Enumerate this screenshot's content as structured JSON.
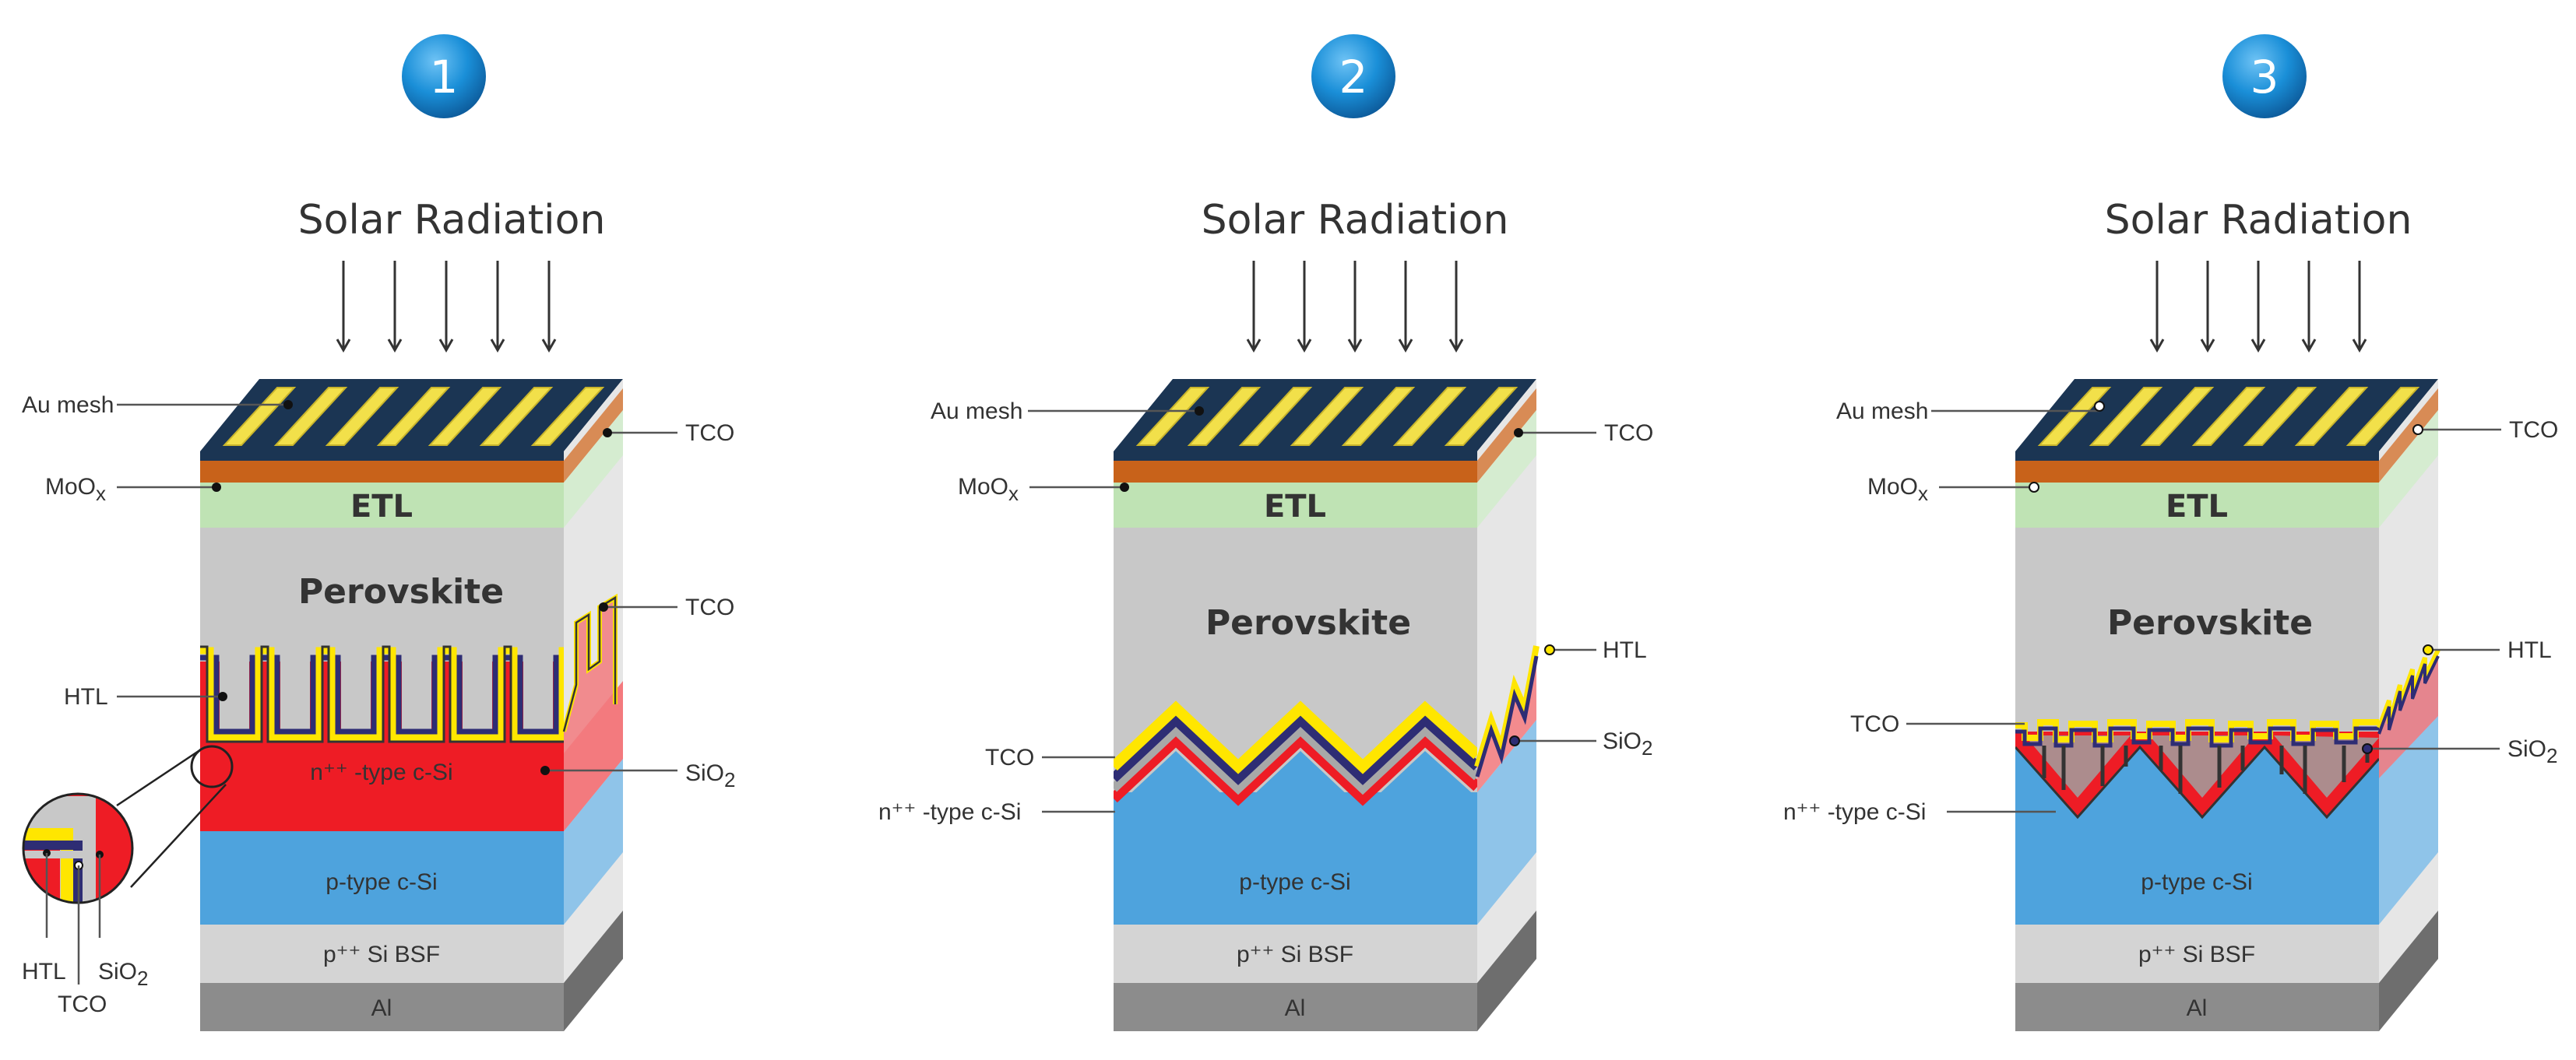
{
  "panels": [
    {
      "number": "1",
      "title": "Solar Radiation",
      "labels": {
        "au_mesh": "Au mesh",
        "tco_top": "TCO",
        "moox_base": "MoO",
        "moox_sub": "x",
        "etl": "ETL",
        "perovskite": "Perovskite",
        "tco_mid": "TCO",
        "htl": "HTL",
        "sio2_base": "SiO",
        "sio2_sub": "2",
        "n_layer": "n⁺⁺ -type c-Si",
        "p_layer": "p-type c-Si",
        "bsf": "p⁺⁺ Si BSF",
        "al": "Al",
        "inset_htl": "HTL",
        "inset_sio2_base": "SiO",
        "inset_sio2_sub": "2",
        "inset_tco": "TCO"
      }
    },
    {
      "number": "2",
      "title": "Solar Radiation",
      "labels": {
        "au_mesh": "Au mesh",
        "tco_top": "TCO",
        "moox_base": "MoO",
        "moox_sub": "x",
        "etl": "ETL",
        "perovskite": "Perovskite",
        "htl": "HTL",
        "sio2_base": "SiO",
        "sio2_sub": "2",
        "tco_mid": "TCO",
        "n_layer": "n⁺⁺ -type c-Si",
        "p_layer": "p-type c-Si",
        "bsf": "p⁺⁺ Si BSF",
        "al": "Al"
      }
    },
    {
      "number": "3",
      "title": "Solar Radiation",
      "labels": {
        "au_mesh": "Au mesh",
        "tco_top": "TCO",
        "moox_base": "MoO",
        "moox_sub": "x",
        "etl": "ETL",
        "perovskite": "Perovskite",
        "htl": "HTL",
        "tco_mid": "TCO",
        "sio2_base": "SiO",
        "sio2_sub": "2",
        "n_layer": "n⁺⁺ -type c-Si",
        "p_layer": "p-type c-Si",
        "bsf": "p⁺⁺ Si BSF",
        "al": "Al"
      }
    }
  ],
  "colors": {
    "badge": "#1a8fd8",
    "top_dark": "#1b3553",
    "au": "#f2e04a",
    "tco_orange": "#c8621a",
    "etl": "#bfe3b4",
    "perovskite": "#c8c8c8",
    "htl": "#ffe600",
    "sio2": "#2e2d74",
    "n_si": "#ee1c25",
    "p_si": "#4ea3dd",
    "bsf": "#d4d4d4",
    "al": "#8c8c8c"
  }
}
